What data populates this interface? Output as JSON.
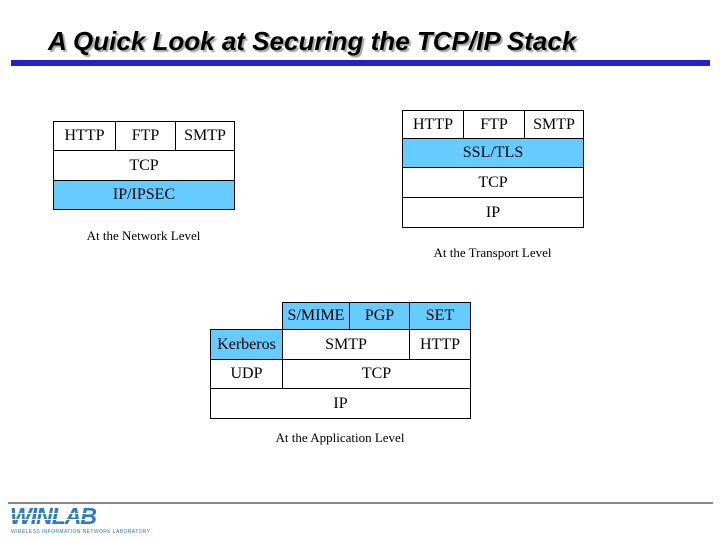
{
  "slide": {
    "title": "A Quick Look at Securing the TCP/IP Stack"
  },
  "stacks": {
    "network": {
      "caption": "At the Network Level",
      "apps": [
        "HTTP",
        "FTP",
        "SMTP"
      ],
      "layer2": "TCP",
      "layer3": "IP/IPSEC"
    },
    "transport": {
      "caption": "At the Transport Level",
      "apps": [
        "HTTP",
        "FTP",
        "SMTP"
      ],
      "layer2": "SSL/TLS",
      "layer3": "TCP",
      "layer4": "IP"
    },
    "application": {
      "caption": "At the Application Level",
      "security_row": [
        "S/MIME",
        "PGP",
        "SET"
      ],
      "app_row": [
        "Kerberos",
        "SMTP",
        "HTTP"
      ],
      "transport_row": [
        "UDP",
        "TCP"
      ],
      "network_row": "IP"
    }
  },
  "footer": {
    "logo": "WINLAB",
    "tagline": "WIRELESS INFORMATION NETWORK LABORATORY"
  },
  "colors": {
    "highlight": "#66CCFF",
    "title_bar": "#2222CC",
    "logo_blue": "#2E7BC4",
    "divider": "#888888"
  }
}
